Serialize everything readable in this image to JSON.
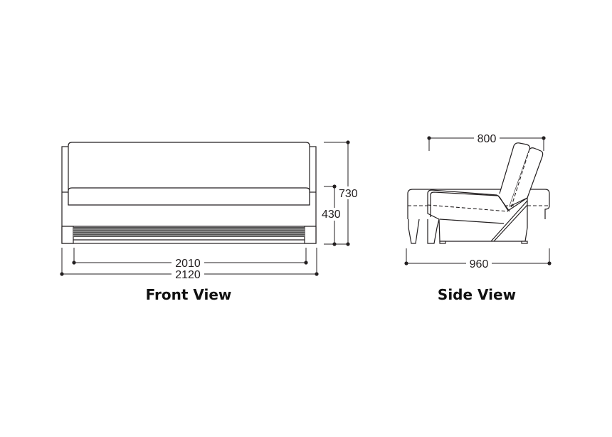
{
  "front_view": {
    "title": "Front View",
    "dims": {
      "width_inner": "2010",
      "width_total": "2120",
      "height_total": "730",
      "seat_height": "430"
    }
  },
  "side_view": {
    "title": "Side View",
    "dims": {
      "depth_seat": "800",
      "depth_total": "960"
    }
  }
}
